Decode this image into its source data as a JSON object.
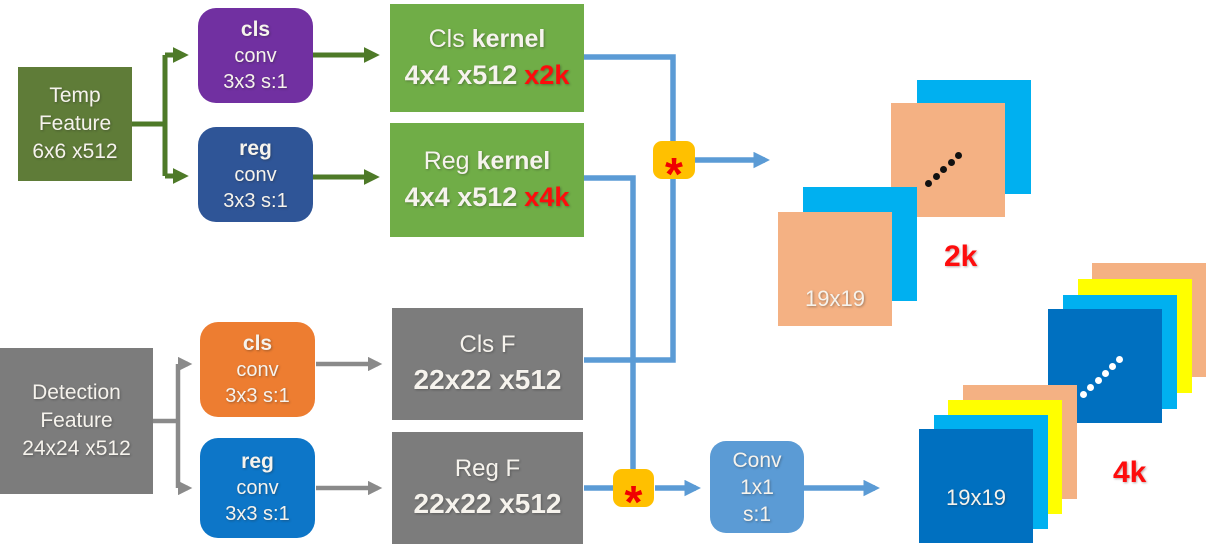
{
  "colors": {
    "template_feature_green": "#5F7C38",
    "kernel_green": "#70AD47",
    "cls_conv_purple": "#7130A1",
    "reg_conv_navy": "#2F5597",
    "cls_conv_orange": "#ED7D31",
    "reg_conv_blue": "#0D76C8",
    "gray_box": "#7C7C7C",
    "conv1x1_blue": "#5B9BD5",
    "wire_blue": "#5B9BD5",
    "wire_green": "#4E7A28",
    "wire_gray": "#8A8A8A",
    "star_yellow": "#FFC000",
    "accent_red": "#FE0C0C",
    "map_peach": "#F4B183",
    "map_cyan": "#00B0F0",
    "map_yellow": "#FFFF00",
    "map_darkblue": "#0070C0"
  },
  "icons": {
    "correlation": "asterisk-in-yellow-box",
    "more_maps_ellipsis": "diagonal-dots"
  },
  "temp_branch": {
    "feature": {
      "lines": [
        "Temp",
        "Feature",
        "6x6 x512"
      ]
    },
    "cls_conv": {
      "head": "cls",
      "body": "conv",
      "params": "3x3 s:1"
    },
    "reg_conv": {
      "head": "reg",
      "body": "conv",
      "params": "3x3 s:1"
    },
    "cls_kernel": {
      "name": "Cls",
      "name_bold": "kernel",
      "dims": "4x4 x512",
      "channels": "x2k"
    },
    "reg_kernel": {
      "name": "Reg",
      "name_bold": "kernel",
      "dims": "4x4 x512",
      "channels": "x4k"
    }
  },
  "det_branch": {
    "feature": {
      "lines": [
        "Detection",
        "Feature",
        "24x24 x512"
      ]
    },
    "cls_conv": {
      "head": "cls",
      "body": "conv",
      "params": "3x3 s:1"
    },
    "reg_conv": {
      "head": "reg",
      "body": "conv",
      "params": "3x3 s:1"
    },
    "cls_f": {
      "name": "Cls F",
      "dims": "22x22 x512"
    },
    "reg_f": {
      "name": "Reg F",
      "dims": "22x22 x512"
    }
  },
  "post": {
    "correlation_symbol": "*",
    "conv_1x1": {
      "lines": [
        "Conv",
        "1x1",
        "s:1"
      ]
    }
  },
  "outputs": {
    "cls": {
      "map_size": "19x19",
      "count": "2k"
    },
    "reg": {
      "map_size": "19x19",
      "count": "4k"
    }
  }
}
